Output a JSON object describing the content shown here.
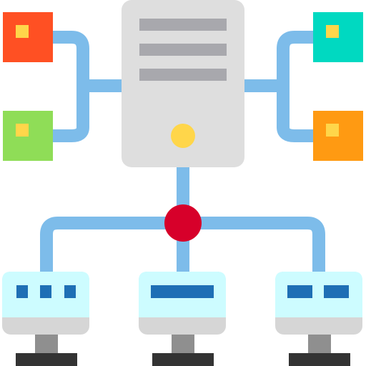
{
  "icon": {
    "name": "server-network-illustration"
  },
  "colors": {
    "background": "#ffffff",
    "connector": "#7dbcea",
    "server_body": "#dedede",
    "server_slot": "#a8a8ad",
    "server_led": "#ffd64a",
    "hub": "#d7002a",
    "node_top_left": "#ff5023",
    "node_bottom_left": "#8fdd57",
    "node_top_right": "#00d9c1",
    "node_bottom_right": "#ff9a12",
    "node_core": "#ffd64a",
    "terminal_screen": "#cdfcff",
    "terminal_base": "#d6d6d6",
    "terminal_port": "#1e6fb5",
    "terminal_neck": "#8f8f8f",
    "terminal_foot": "#333333"
  },
  "server": {
    "slot_count": 3,
    "status_led": "on"
  },
  "peripheral_nodes": [
    "top-left",
    "bottom-left",
    "top-right",
    "bottom-right"
  ],
  "terminals": [
    {
      "position": "left",
      "port_layout": "three-small"
    },
    {
      "position": "center",
      "port_layout": "one-wide"
    },
    {
      "position": "right",
      "port_layout": "two-medium"
    }
  ]
}
